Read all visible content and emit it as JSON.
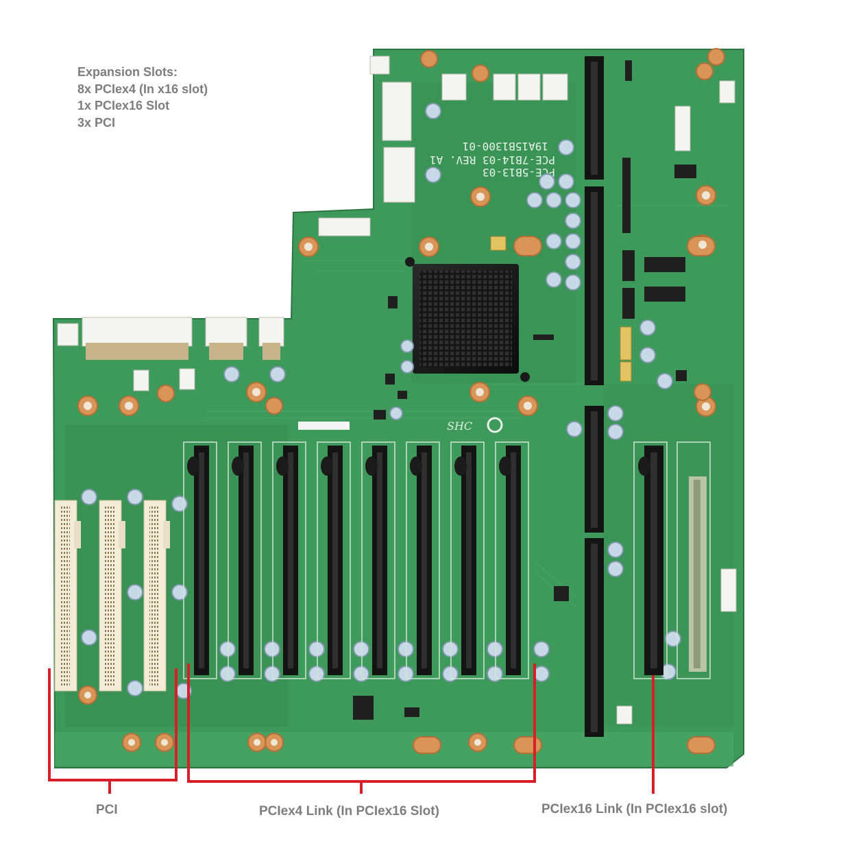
{
  "expansion": {
    "heading": "Expansion Slots:",
    "lines": [
      "8x PCIex4 (In x16 slot)",
      "1x PCIex16 Slot",
      "3x PCI"
    ]
  },
  "board": {
    "silkscreen": [
      "PCE-5B13-03",
      "PCE-7B14-03 REV. A1",
      "19A15B1300-01"
    ],
    "logo": "SHC"
  },
  "callouts": {
    "pci": "PCI",
    "pciex4": "PCIex4 Link (In PCIex16 Slot)",
    "pciex16": "PCIex16 Link (In PCIex16 slot)"
  },
  "colors": {
    "pcb": "#3e9a5a",
    "pcb_dark": "#2f7e48",
    "slot_black": "#141414",
    "pci_slot": "#f2ecd9",
    "bracket": "#d61f26",
    "label_gray": "#7d7d7d"
  }
}
